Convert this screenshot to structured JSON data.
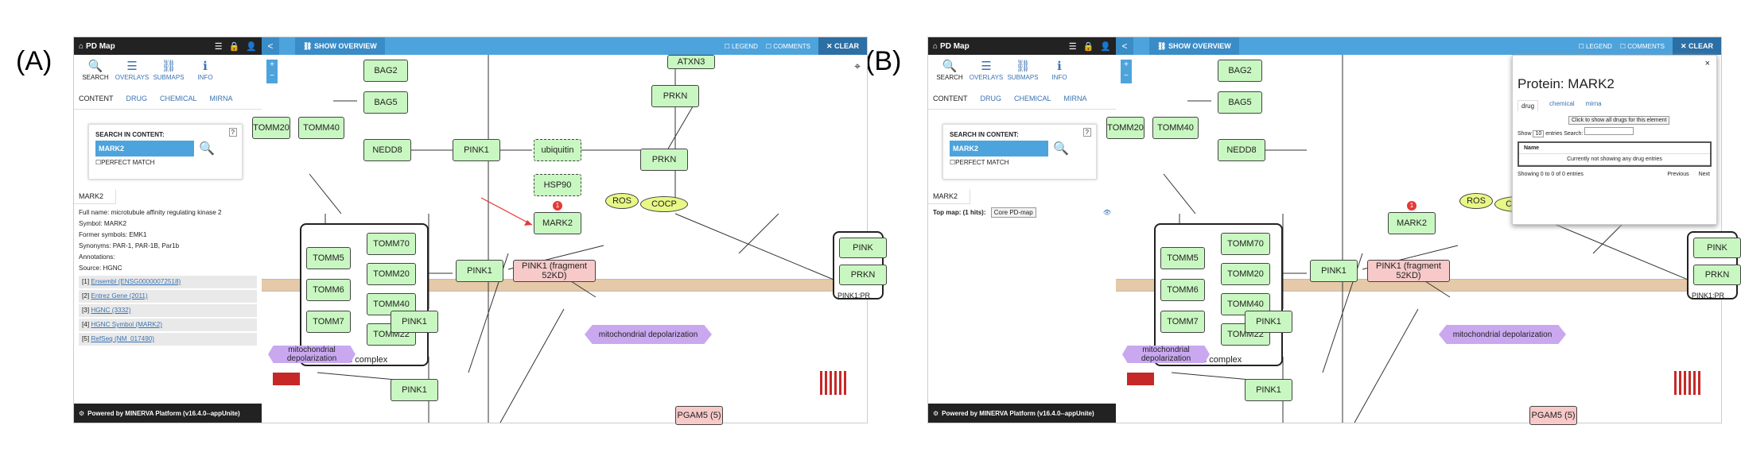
{
  "panels": [
    {
      "label": "(A)"
    },
    {
      "label": "(B)"
    }
  ],
  "app": {
    "brand": "PD Map",
    "nav": [
      "SEARCH",
      "OVERLAYS",
      "SUBMAPS",
      "INFO"
    ],
    "content_tabs": [
      "CONTENT",
      "DRUG",
      "CHEMICAL",
      "MIRNA"
    ],
    "search_title": "SEARCH IN CONTENT:",
    "search_help": "?",
    "search_value": "MARK2",
    "perfect_match": "PERFECT MATCH",
    "result_tab": "MARK2",
    "footer_text": "Powered by MINERVA Platform (v16.4.0--appUnite)",
    "show_overview": "SHOW OVERVIEW",
    "legend": "LEGEND",
    "comments": "COMMENTS",
    "clear": "CLEAR",
    "back": "<",
    "zoom_in": "+",
    "zoom_out": "−"
  },
  "details": {
    "full_name": "Full name: microtubule affinity regulating kinase 2",
    "symbol": "Symbol: MARK2",
    "former": "Former symbols: EMK1",
    "synonyms": "Synonyms: PAR-1, PAR-1B, Par1b",
    "annotations": "Annotations:",
    "source": "Source: HGNC",
    "refs": [
      {
        "n": "[1]",
        "text": "Ensembl (ENSG00000072518)"
      },
      {
        "n": "[2]",
        "text": "Entrez Gene (2011)"
      },
      {
        "n": "[3]",
        "text": "HGNC (3332)"
      },
      {
        "n": "[4]",
        "text": "HGNC Symbol (MARK2)"
      },
      {
        "n": "[5]",
        "text": "RefSeq (NM_017490)"
      }
    ]
  },
  "topmap": {
    "label": "Top map: (1 hits):",
    "button": "Core PD-map"
  },
  "popup": {
    "title": "Protein: MARK2",
    "tabs": [
      "drug",
      "chemical",
      "mirna"
    ],
    "button": "Click to show all drugs for this element",
    "show": "Show",
    "entries_count": "10",
    "entries": "entries",
    "search": "Search:",
    "col_name": "Name",
    "empty": "Currently not showing any drug entries",
    "info": "Showing 0 to 0 of 0 entries",
    "prev": "Previous",
    "next": "Next",
    "close": "×"
  },
  "map": {
    "nodes": {
      "bag2": "BAG2",
      "bag5": "BAG5",
      "nedd8": "NEDD8",
      "pink1a": "PINK1",
      "ubiquitin": "ubiquitin",
      "hsp90": "HSP90",
      "mark2": "MARK2",
      "prkn1": "PRKN",
      "prkn2": "PRKN",
      "atxn3": "ATXN3",
      "tomm20a": "TOMM20",
      "tomm40a": "TOMM40",
      "tomm5": "TOMM5",
      "tomm6": "TOMM6",
      "tomm7": "TOMM7",
      "tomm70": "TOMM70",
      "tomm20": "TOMM20",
      "tomm40": "TOMM40",
      "tomm22": "TOMM22",
      "tom_complex": "TOM complex",
      "pink1b": "PINK1",
      "pink1frag": "PINK1 (fragment 52KD)",
      "pink1c": "PINK1",
      "pink1d": "PINK1",
      "ros": "ROS",
      "cocp": "COCP",
      "mito1": "mitochondrial depolarization",
      "mito2": "mitochondrial depolarization",
      "pink_r": "PINK",
      "prkn_r": "PRKN",
      "pink1_pr": "PINK1:PR",
      "pgam5": "PGAM5 (5)",
      "marker": "1"
    }
  }
}
